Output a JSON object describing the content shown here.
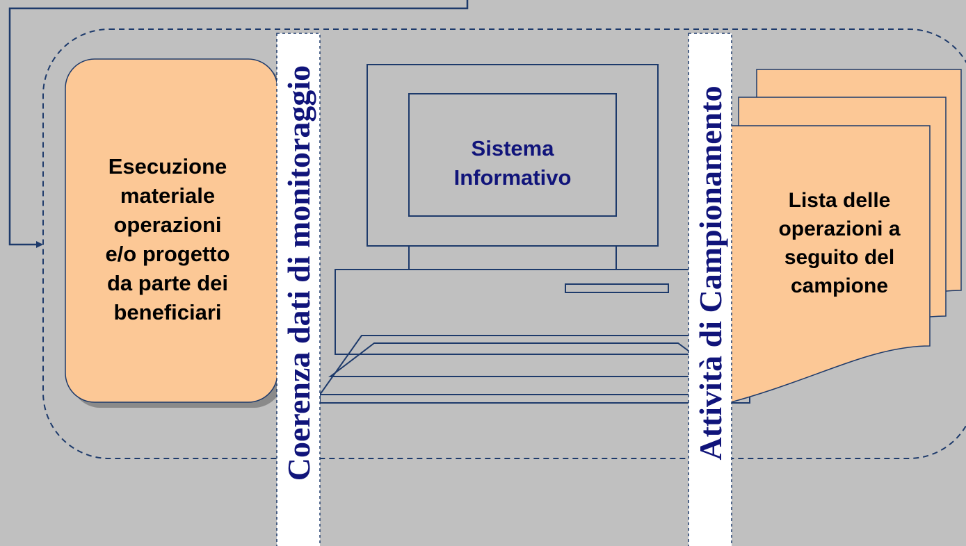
{
  "left_box": {
    "lines": [
      "Esecuzione",
      "materiale",
      "operazioni",
      "e/o progetto",
      "da parte dei",
      "beneficiari"
    ],
    "fill": "#fcc896"
  },
  "monitor": {
    "lines": [
      "Sistema",
      "Informativo"
    ],
    "text_color": "#10147a"
  },
  "documents": {
    "lines": [
      "Lista delle",
      "operazioni a",
      "seguito del",
      "campione"
    ],
    "fill": "#fcc896"
  },
  "vertical_labels": {
    "left": "Coerenza dati di monitoraggio",
    "right": "Attività di Campionamento"
  },
  "colors": {
    "background": "#c0c0c0",
    "line": "#1d3a6b",
    "label_text": "#10147a"
  }
}
